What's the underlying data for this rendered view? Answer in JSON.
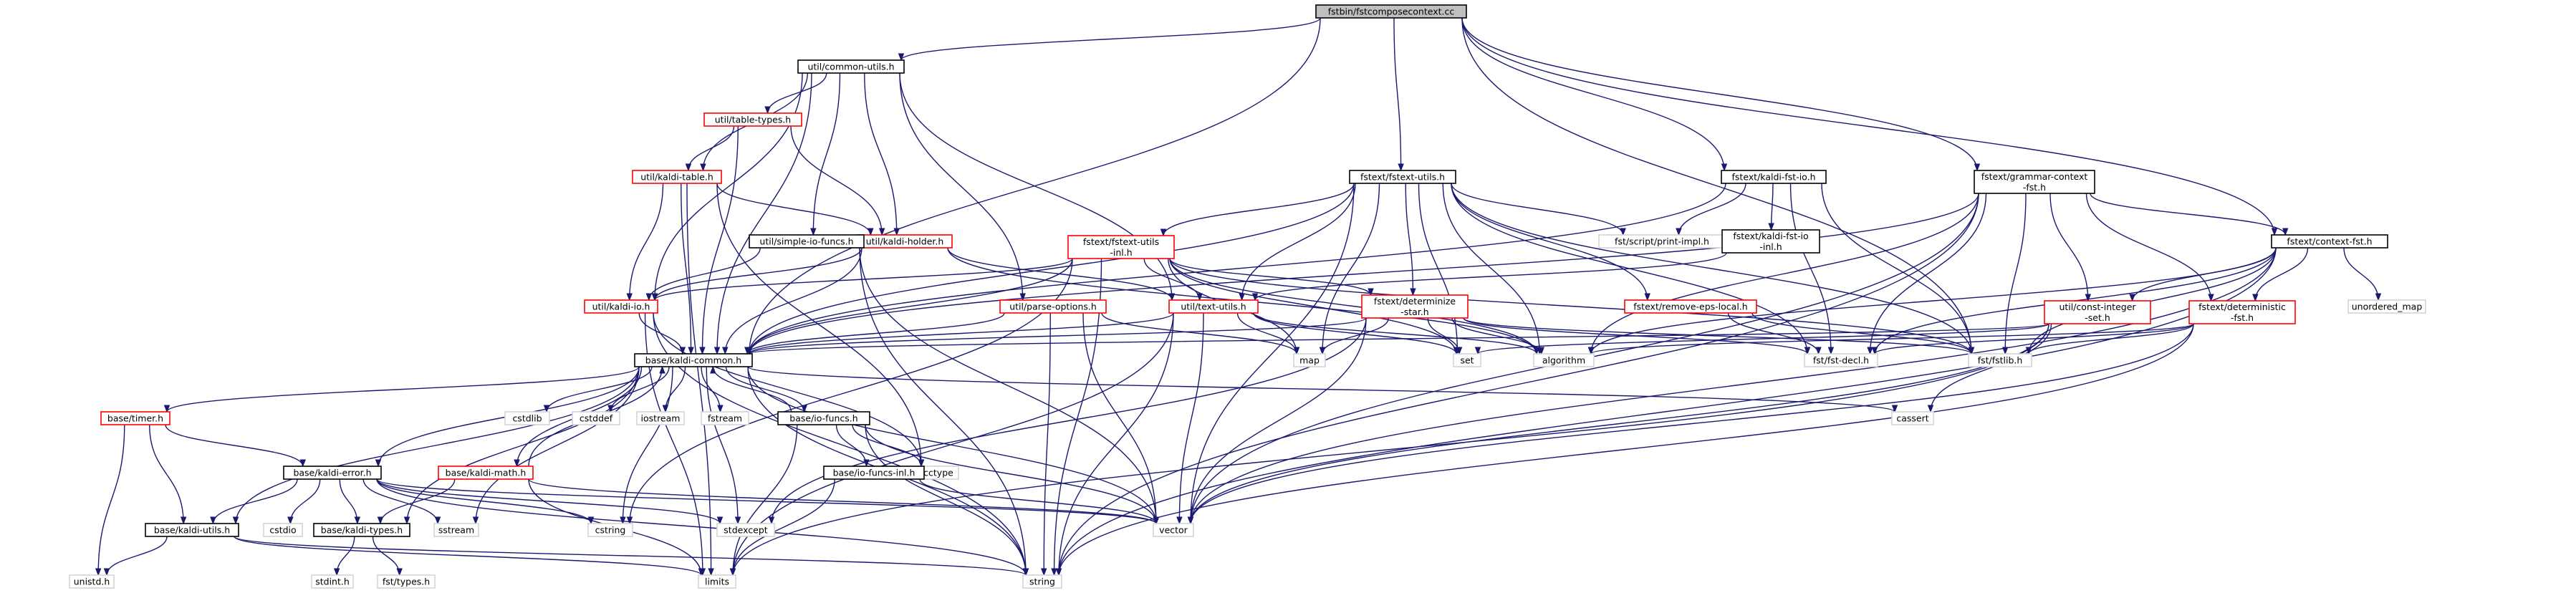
{
  "diagram": {
    "colors": {
      "edge": "#191970",
      "root_fill": "#bfbfbf",
      "border_default": "#000000",
      "border_red": "#ff0000",
      "plain_border": "#d3d3d3"
    },
    "nodes": [
      {
        "id": "root",
        "lines": [
          "fstbin/fstcomposecontext.cc"
        ],
        "style": "root"
      },
      {
        "id": "common_utils",
        "lines": [
          "util/common-utils.h"
        ],
        "style": "black"
      },
      {
        "id": "fstext_utils",
        "lines": [
          "fstext/fstext-utils.h"
        ],
        "style": "black"
      },
      {
        "id": "kaldi_fst_io",
        "lines": [
          "fstext/kaldi-fst-io.h"
        ],
        "style": "black"
      },
      {
        "id": "grammar_context",
        "lines": [
          "fstext/grammar-context",
          "-fst.h"
        ],
        "style": "black"
      },
      {
        "id": "context_fst",
        "lines": [
          "fstext/context-fst.h"
        ],
        "style": "black"
      },
      {
        "id": "table_types",
        "lines": [
          "util/table-types.h"
        ],
        "style": "red"
      },
      {
        "id": "kaldi_table",
        "lines": [
          "util/kaldi-table.h"
        ],
        "style": "red"
      },
      {
        "id": "kaldi_holder",
        "lines": [
          "util/kaldi-holder.h"
        ],
        "style": "red"
      },
      {
        "id": "simple_io",
        "lines": [
          "util/simple-io-funcs.h"
        ],
        "style": "black"
      },
      {
        "id": "fstext_utils_inl",
        "lines": [
          "fstext/fstext-utils",
          "-inl.h"
        ],
        "style": "red"
      },
      {
        "id": "print_impl",
        "lines": [
          "fst/script/print-impl.h"
        ],
        "style": "plain"
      },
      {
        "id": "kaldi_fst_io_inl",
        "lines": [
          "fstext/kaldi-fst-io",
          "-inl.h"
        ],
        "style": "black"
      },
      {
        "id": "kaldi_io",
        "lines": [
          "util/kaldi-io.h"
        ],
        "style": "red"
      },
      {
        "id": "parse_options",
        "lines": [
          "util/parse-options.h"
        ],
        "style": "red"
      },
      {
        "id": "text_utils",
        "lines": [
          "util/text-utils.h"
        ],
        "style": "red"
      },
      {
        "id": "determinize_star",
        "lines": [
          "fstext/determinize",
          "-star.h"
        ],
        "style": "red"
      },
      {
        "id": "remove_eps_local",
        "lines": [
          "fstext/remove-eps-local.h"
        ],
        "style": "red"
      },
      {
        "id": "const_integer_set",
        "lines": [
          "util/const-integer",
          "-set.h"
        ],
        "style": "red"
      },
      {
        "id": "deterministic_fst",
        "lines": [
          "fstext/deterministic",
          "-fst.h"
        ],
        "style": "red"
      },
      {
        "id": "unordered_map",
        "lines": [
          "unordered_map"
        ],
        "style": "plain"
      },
      {
        "id": "kaldi_common",
        "lines": [
          "base/kaldi-common.h"
        ],
        "style": "black"
      },
      {
        "id": "map",
        "lines": [
          "map"
        ],
        "style": "plain"
      },
      {
        "id": "set",
        "lines": [
          "set"
        ],
        "style": "plain"
      },
      {
        "id": "algorithm",
        "lines": [
          "algorithm"
        ],
        "style": "plain"
      },
      {
        "id": "fst_decl",
        "lines": [
          "fst/fst-decl.h"
        ],
        "style": "plain"
      },
      {
        "id": "fstlib",
        "lines": [
          "fst/fstlib.h"
        ],
        "style": "plain"
      },
      {
        "id": "timer",
        "lines": [
          "base/timer.h"
        ],
        "style": "red"
      },
      {
        "id": "cstdlib",
        "lines": [
          "cstdlib"
        ],
        "style": "plain"
      },
      {
        "id": "cstddef",
        "lines": [
          "cstddef"
        ],
        "style": "plain"
      },
      {
        "id": "iostream",
        "lines": [
          "iostream"
        ],
        "style": "plain"
      },
      {
        "id": "fstream",
        "lines": [
          "fstream"
        ],
        "style": "plain"
      },
      {
        "id": "io_funcs",
        "lines": [
          "base/io-funcs.h"
        ],
        "style": "black"
      },
      {
        "id": "cassert",
        "lines": [
          "cassert"
        ],
        "style": "plain"
      },
      {
        "id": "kaldi_error",
        "lines": [
          "base/kaldi-error.h"
        ],
        "style": "black"
      },
      {
        "id": "kaldi_math",
        "lines": [
          "base/kaldi-math.h"
        ],
        "style": "red"
      },
      {
        "id": "cctype",
        "lines": [
          "cctype"
        ],
        "style": "plain"
      },
      {
        "id": "io_funcs_inl",
        "lines": [
          "base/io-funcs-inl.h"
        ],
        "style": "black"
      },
      {
        "id": "kaldi_utils",
        "lines": [
          "base/kaldi-utils.h"
        ],
        "style": "black"
      },
      {
        "id": "cstdio",
        "lines": [
          "cstdio"
        ],
        "style": "plain"
      },
      {
        "id": "kaldi_types",
        "lines": [
          "base/kaldi-types.h"
        ],
        "style": "black"
      },
      {
        "id": "sstream",
        "lines": [
          "sstream"
        ],
        "style": "plain"
      },
      {
        "id": "cstring",
        "lines": [
          "cstring"
        ],
        "style": "plain"
      },
      {
        "id": "stdexcept",
        "lines": [
          "stdexcept"
        ],
        "style": "plain"
      },
      {
        "id": "vector",
        "lines": [
          "vector"
        ],
        "style": "plain"
      },
      {
        "id": "unistd",
        "lines": [
          "unistd.h"
        ],
        "style": "plain"
      },
      {
        "id": "limits",
        "lines": [
          "limits"
        ],
        "style": "plain"
      },
      {
        "id": "string",
        "lines": [
          "string"
        ],
        "style": "plain"
      },
      {
        "id": "stdint",
        "lines": [
          "stdint.h"
        ],
        "style": "plain"
      },
      {
        "id": "types",
        "lines": [
          "fst/types.h"
        ],
        "style": "plain"
      }
    ],
    "edges": [
      [
        "root",
        "common_utils"
      ],
      [
        "root",
        "fstext_utils"
      ],
      [
        "root",
        "kaldi_fst_io"
      ],
      [
        "root",
        "grammar_context"
      ],
      [
        "root",
        "context_fst"
      ],
      [
        "root",
        "kaldi_common"
      ],
      [
        "root",
        "fstlib"
      ],
      [
        "common_utils",
        "table_types"
      ],
      [
        "common_utils",
        "kaldi_table"
      ],
      [
        "common_utils",
        "kaldi_holder"
      ],
      [
        "common_utils",
        "simple_io"
      ],
      [
        "common_utils",
        "kaldi_io"
      ],
      [
        "common_utils",
        "parse_options"
      ],
      [
        "common_utils",
        "text_utils"
      ],
      [
        "common_utils",
        "kaldi_common"
      ],
      [
        "table_types",
        "kaldi_table"
      ],
      [
        "table_types",
        "kaldi_holder"
      ],
      [
        "table_types",
        "kaldi_common"
      ],
      [
        "kaldi_table",
        "kaldi_holder"
      ],
      [
        "kaldi_table",
        "kaldi_io"
      ],
      [
        "kaldi_table",
        "kaldi_common"
      ],
      [
        "kaldi_table",
        "limits"
      ],
      [
        "kaldi_table",
        "cctype"
      ],
      [
        "kaldi_holder",
        "kaldi_io"
      ],
      [
        "kaldi_holder",
        "text_utils"
      ],
      [
        "kaldi_holder",
        "kaldi_common"
      ],
      [
        "kaldi_holder",
        "algorithm"
      ],
      [
        "simple_io",
        "kaldi_io"
      ],
      [
        "simple_io",
        "vector"
      ],
      [
        "simple_io",
        "string"
      ],
      [
        "fstext_utils",
        "fstext_utils_inl"
      ],
      [
        "fstext_utils",
        "print_impl"
      ],
      [
        "fstext_utils",
        "text_utils"
      ],
      [
        "fstext_utils",
        "determinize_star"
      ],
      [
        "fstext_utils",
        "remove_eps_local"
      ],
      [
        "fstext_utils",
        "kaldi_common"
      ],
      [
        "fstext_utils",
        "map"
      ],
      [
        "fstext_utils",
        "set"
      ],
      [
        "fstext_utils",
        "algorithm"
      ],
      [
        "fstext_utils",
        "fst_decl"
      ],
      [
        "fstext_utils",
        "fstlib"
      ],
      [
        "fstext_utils",
        "vector"
      ],
      [
        "fstext_utils_inl",
        "kaldi_io"
      ],
      [
        "fstext_utils_inl",
        "kaldi_common"
      ],
      [
        "fstext_utils_inl",
        "text_utils"
      ],
      [
        "fstext_utils_inl",
        "determinize_star"
      ],
      [
        "fstext_utils_inl",
        "cstring"
      ],
      [
        "fstext_utils_inl",
        "string"
      ],
      [
        "fstext_utils_inl",
        "algorithm"
      ],
      [
        "fstext_utils_inl",
        "fstlib"
      ],
      [
        "fstext_utils_inl",
        "set"
      ],
      [
        "fstext_utils_inl",
        "map"
      ],
      [
        "kaldi_fst_io",
        "print_impl"
      ],
      [
        "kaldi_fst_io",
        "kaldi_fst_io_inl"
      ],
      [
        "kaldi_fst_io",
        "fst_decl"
      ],
      [
        "kaldi_fst_io",
        "fstlib"
      ],
      [
        "kaldi_fst_io",
        "kaldi_common"
      ],
      [
        "kaldi_fst_io_inl",
        "text_utils"
      ],
      [
        "grammar_context",
        "context_fst"
      ],
      [
        "grammar_context",
        "const_integer_set"
      ],
      [
        "grammar_context",
        "deterministic_fst"
      ],
      [
        "grammar_context",
        "fst_decl"
      ],
      [
        "grammar_context",
        "fstlib"
      ],
      [
        "grammar_context",
        "algorithm"
      ],
      [
        "grammar_context",
        "string"
      ],
      [
        "grammar_context",
        "vector"
      ],
      [
        "grammar_context",
        "kaldi_common"
      ],
      [
        "context_fst",
        "const_integer_set"
      ],
      [
        "context_fst",
        "deterministic_fst"
      ],
      [
        "context_fst",
        "unordered_map"
      ],
      [
        "context_fst",
        "algorithm"
      ],
      [
        "context_fst",
        "string"
      ],
      [
        "context_fst",
        "vector"
      ],
      [
        "context_fst",
        "fst_decl"
      ],
      [
        "context_fst",
        "fstlib"
      ],
      [
        "const_integer_set",
        "kaldi_common"
      ],
      [
        "const_integer_set",
        "set"
      ],
      [
        "const_integer_set",
        "cassert"
      ],
      [
        "const_integer_set",
        "vector"
      ],
      [
        "const_integer_set",
        "limits"
      ],
      [
        "deterministic_fst",
        "algorithm"
      ],
      [
        "deterministic_fst",
        "fst_decl"
      ],
      [
        "deterministic_fst",
        "fstlib"
      ],
      [
        "deterministic_fst",
        "vector"
      ],
      [
        "deterministic_fst",
        "string"
      ],
      [
        "kaldi_io",
        "kaldi_common"
      ],
      [
        "kaldi_io",
        "cctype"
      ],
      [
        "kaldi_io",
        "limits"
      ],
      [
        "kaldi_io",
        "string"
      ],
      [
        "parse_options",
        "kaldi_common"
      ],
      [
        "parse_options",
        "map"
      ],
      [
        "parse_options",
        "vector"
      ],
      [
        "parse_options",
        "string"
      ],
      [
        "text_utils",
        "kaldi_common"
      ],
      [
        "text_utils",
        "map"
      ],
      [
        "text_utils",
        "set"
      ],
      [
        "text_utils",
        "algorithm"
      ],
      [
        "text_utils",
        "vector"
      ],
      [
        "text_utils",
        "string"
      ],
      [
        "text_utils",
        "limits"
      ],
      [
        "determinize_star",
        "kaldi_common"
      ],
      [
        "determinize_star",
        "map"
      ],
      [
        "determinize_star",
        "set"
      ],
      [
        "determinize_star",
        "algorithm"
      ],
      [
        "determinize_star",
        "fst_decl"
      ],
      [
        "determinize_star",
        "fstlib"
      ],
      [
        "determinize_star",
        "vector"
      ],
      [
        "determinize_star",
        "stdexcept"
      ],
      [
        "remove_eps_local",
        "fst_decl"
      ],
      [
        "remove_eps_local",
        "fstlib"
      ],
      [
        "kaldi_common",
        "timer"
      ],
      [
        "kaldi_common",
        "cstdlib"
      ],
      [
        "kaldi_common",
        "cstddef"
      ],
      [
        "kaldi_common",
        "iostream"
      ],
      [
        "kaldi_common",
        "fstream"
      ],
      [
        "kaldi_common",
        "io_funcs"
      ],
      [
        "kaldi_common",
        "cassert"
      ],
      [
        "kaldi_common",
        "kaldi_error"
      ],
      [
        "kaldi_common",
        "kaldi_math"
      ],
      [
        "kaldi_common",
        "kaldi_utils"
      ],
      [
        "kaldi_common",
        "kaldi_types"
      ],
      [
        "kaldi_common",
        "sstream"
      ],
      [
        "kaldi_common",
        "cstring"
      ],
      [
        "kaldi_common",
        "stdexcept"
      ],
      [
        "kaldi_common",
        "vector"
      ],
      [
        "kaldi_common",
        "string"
      ],
      [
        "timer",
        "kaldi_utils"
      ],
      [
        "timer",
        "unistd"
      ],
      [
        "timer",
        "kaldi_error"
      ],
      [
        "io_funcs",
        "kaldi_common"
      ],
      [
        "io_funcs",
        "io_funcs_inl"
      ],
      [
        "io_funcs",
        "cctype"
      ],
      [
        "io_funcs",
        "vector"
      ],
      [
        "io_funcs",
        "string"
      ],
      [
        "io_funcs",
        "limits"
      ],
      [
        "io_funcs_inl",
        "vector"
      ],
      [
        "io_funcs_inl",
        "limits"
      ],
      [
        "kaldi_error",
        "kaldi_utils"
      ],
      [
        "kaldi_error",
        "kaldi_types"
      ],
      [
        "kaldi_error",
        "cstdio"
      ],
      [
        "kaldi_error",
        "sstream"
      ],
      [
        "kaldi_error",
        "cstring"
      ],
      [
        "kaldi_error",
        "stdexcept"
      ],
      [
        "kaldi_error",
        "vector"
      ],
      [
        "kaldi_error",
        "string"
      ],
      [
        "kaldi_math",
        "kaldi_common"
      ],
      [
        "kaldi_math",
        "kaldi_types"
      ],
      [
        "kaldi_math",
        "vector"
      ],
      [
        "kaldi_math",
        "limits"
      ],
      [
        "kaldi_utils",
        "unistd"
      ],
      [
        "kaldi_utils",
        "limits"
      ],
      [
        "kaldi_utils",
        "string"
      ],
      [
        "kaldi_types",
        "stdint"
      ],
      [
        "kaldi_types",
        "types"
      ]
    ]
  }
}
